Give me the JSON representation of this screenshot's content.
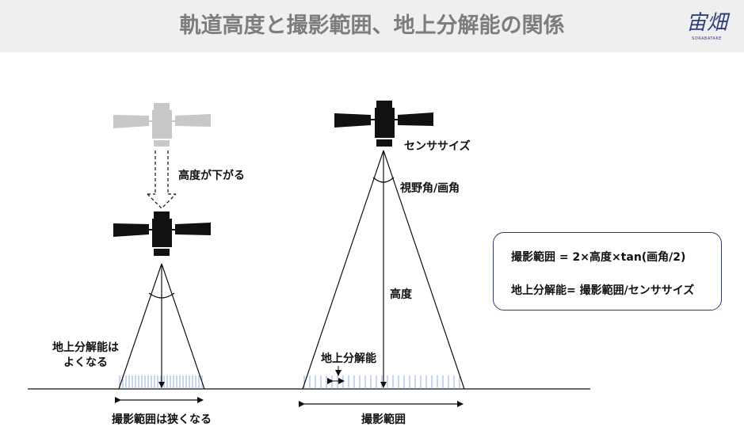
{
  "header": {
    "title": "軌道高度と撮影範囲、地上分解能の関係",
    "logo_text": "宙畑",
    "logo_subtext": "SORABATAKE"
  },
  "left_diagram": {
    "altitude_down_label": "高度が下がる",
    "resolution_label_line1": "地上分解能は",
    "resolution_label_line2": "よくなる",
    "range_label": "撮影範囲は狭くなる"
  },
  "right_diagram": {
    "sensor_label": "センササイズ",
    "fov_label": "視野角/画角",
    "altitude_label": "高度",
    "resolution_label": "地上分解能",
    "range_label": "撮影範囲"
  },
  "formulas": {
    "range": "撮影範囲 = 2×高度×tan(画角/2)",
    "resolution": "地上分解能= 撮影範囲/センササイズ"
  },
  "colors": {
    "title": "#7d7d7d",
    "header_bg": "#efefef",
    "logo": "#2e3f7c",
    "ground_ticks": "#8aa3d6",
    "faded_satellite": "#c8c8c8",
    "satellite": "#111111",
    "box_border": "#2f3a6a"
  }
}
